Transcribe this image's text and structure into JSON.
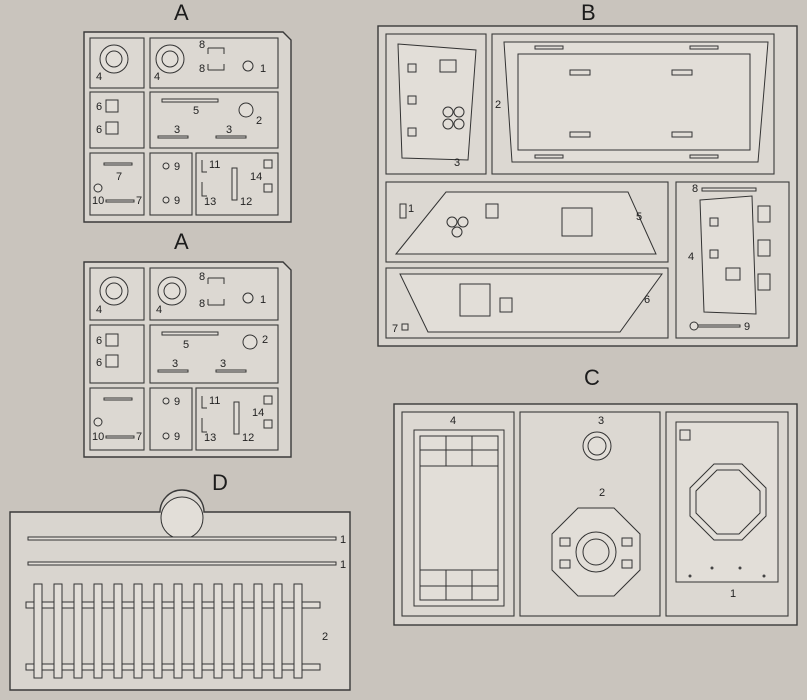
{
  "sprue_a1": {
    "letter": "A",
    "parts": {
      "p4a": "4",
      "p4b": "4",
      "p8a": "8",
      "p8b": "8",
      "p1": "1",
      "p6a": "6",
      "p6b": "6",
      "p5": "5",
      "p2": "2",
      "p3a": "3",
      "p3b": "3",
      "p7a": "7",
      "p10": "10",
      "p7b": "7",
      "p9a": "9",
      "p9b": "9",
      "p11": "11",
      "p14": "14",
      "p13": "13",
      "p12": "12"
    }
  },
  "sprue_a2": {
    "letter": "A",
    "parts": {
      "p4a": "4",
      "p4b": "4",
      "p8a": "8",
      "p8b": "8",
      "p1": "1",
      "p6a": "6",
      "p6b": "6",
      "p5": "5",
      "p2": "2",
      "p3a": "3",
      "p3b": "3",
      "p10": "10",
      "p7": "7",
      "p9a": "9",
      "p9b": "9",
      "p11": "11",
      "p14": "14",
      "p13": "13",
      "p12": "12"
    }
  },
  "sprue_b": {
    "letter": "B",
    "parts": {
      "p2": "2",
      "p3": "3",
      "p1": "1",
      "p5": "5",
      "p6": "6",
      "p7": "7",
      "p8": "8",
      "p4": "4",
      "p9": "9"
    }
  },
  "sprue_c": {
    "letter": "C",
    "parts": {
      "p4": "4",
      "p3": "3",
      "p2": "2",
      "p1": "1"
    }
  },
  "sprue_d": {
    "letter": "D",
    "parts": {
      "p1a": "1",
      "p1b": "1",
      "p2": "2"
    }
  }
}
